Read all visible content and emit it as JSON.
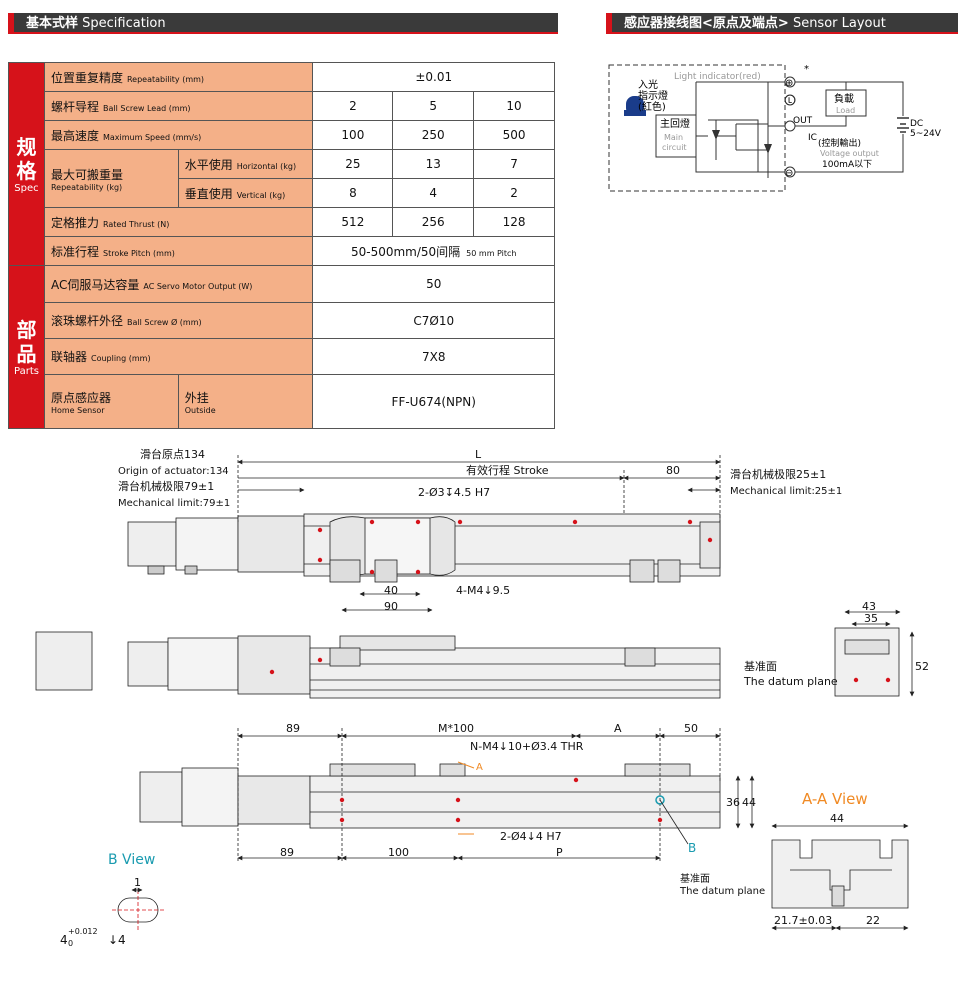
{
  "headers": {
    "spec_cn": "基本式样",
    "spec_en": "Specification",
    "sensor_cn": "感应器接线图<原点及端点>",
    "sensor_en": "Sensor Layout"
  },
  "spec_group": {
    "cn_1": "规",
    "cn_2": "格",
    "en": "Spec"
  },
  "parts_group": {
    "cn_1": "部",
    "cn_2": "品",
    "en": "Parts"
  },
  "rows": {
    "repeatability": {
      "cn": "位置重复精度",
      "en": "Repeatability (mm)",
      "value": "±0.01"
    },
    "lead": {
      "cn": "螺杆导程",
      "en": "Ball Screw Lead (mm)",
      "values": [
        "2",
        "5",
        "10"
      ]
    },
    "speed": {
      "cn": "最高速度",
      "en": "Maximum Speed (mm/s)",
      "values": [
        "100",
        "250",
        "500"
      ]
    },
    "payload": {
      "cn": "最大可搬重量",
      "en": "Repeatability (kg)"
    },
    "horizontal": {
      "cn": "水平使用",
      "en": "Horizontal (kg)",
      "values": [
        "25",
        "13",
        "7"
      ]
    },
    "vertical": {
      "cn": "垂直使用",
      "en": "Vertical (kg)",
      "values": [
        "8",
        "4",
        "2"
      ]
    },
    "thrust": {
      "cn": "定格推力",
      "en": "Rated Thrust (N)",
      "values": [
        "512",
        "256",
        "128"
      ]
    },
    "stroke": {
      "cn": "标准行程",
      "en": "Stroke Pitch (mm)",
      "value": "50-500mm/50间隔",
      "small": "50 mm Pitch"
    },
    "motor": {
      "cn": "AC伺服马达容量",
      "en": "AC Servo Motor Output (W)",
      "value": "50"
    },
    "screw": {
      "cn": "滚珠螺杆外径",
      "en": "Ball Screw Ø (mm)",
      "value": "C7Ø10"
    },
    "coupling": {
      "cn": "联轴器",
      "en": "Coupling (mm)",
      "value": "7X8"
    },
    "home": {
      "cn": "原点感应器",
      "en": "Home Sensor",
      "sub_cn": "外挂",
      "sub_en": "Outside",
      "value": "FF-U674(NPN)"
    }
  },
  "sensor": {
    "light_cn_1": "入光",
    "light_cn_2": "指示燈",
    "light_cn_3": "(紅色)",
    "light_en": "Light indicator(red)",
    "main_cn": "主回燈",
    "main_en_1": "Main",
    "main_en_2": "circuit",
    "load_cn": "負載",
    "load_en": "Load",
    "out": "OUT",
    "ic": "IC",
    "ctrl_cn": "(控制輸出)",
    "ctrl_en": "Voltage output",
    "ctrl_ma": "100mA以下",
    "dc": "DC",
    "volt": "5~24V",
    "plus": "⊕",
    "l": "Ⓛ",
    "minus": "⊖",
    "star": "*"
  },
  "drawing": {
    "L": "L",
    "stroke": "有效行程 Stroke",
    "d80": "80",
    "origin_cn": "滑台原点134",
    "origin_en": "Origin of actuator:134",
    "mech_left_cn": "滑台机械极限79±1",
    "mech_left_en": "Mechanical limit:79±1",
    "mech_right_cn": "滑台机械极限25±1",
    "mech_right_en": "Mechanical limit:25±1",
    "hole1": "2-Ø3↧4.5 H7",
    "d40": "40",
    "d90": "90",
    "m4": "4-M4↓9.5",
    "d43": "43",
    "d35": "35",
    "d52": "52",
    "datum_cn": "基准面",
    "datum_en": "The datum plane",
    "d89": "89",
    "m100": "M*100",
    "dA": "A",
    "d50": "50",
    "nm4": "N-M4↓10+Ø3.4 THR",
    "aMark": "A",
    "d36": "36",
    "d44v": "44",
    "hole2": "2-Ø4↓4 H7",
    "d89b": "89",
    "d100": "100",
    "dP": "P",
    "dB": "B",
    "aa_view": "A-A View",
    "d44": "44",
    "datum2_cn": "基准面",
    "datum2_en": "The datum plane",
    "d217": "21.7±0.03",
    "d22": "22",
    "b_view": "B View",
    "d1": "1",
    "d4tol": "4",
    "tol_up": "+0.012",
    "tol_dn": "0",
    "d4": "↓4"
  },
  "colors": {
    "accent": "#d6121a",
    "label_bg": "#f4b088",
    "header_bg": "#3a3a3a",
    "view_orange": "#f08a24",
    "view_teal": "#1a9bb0"
  }
}
